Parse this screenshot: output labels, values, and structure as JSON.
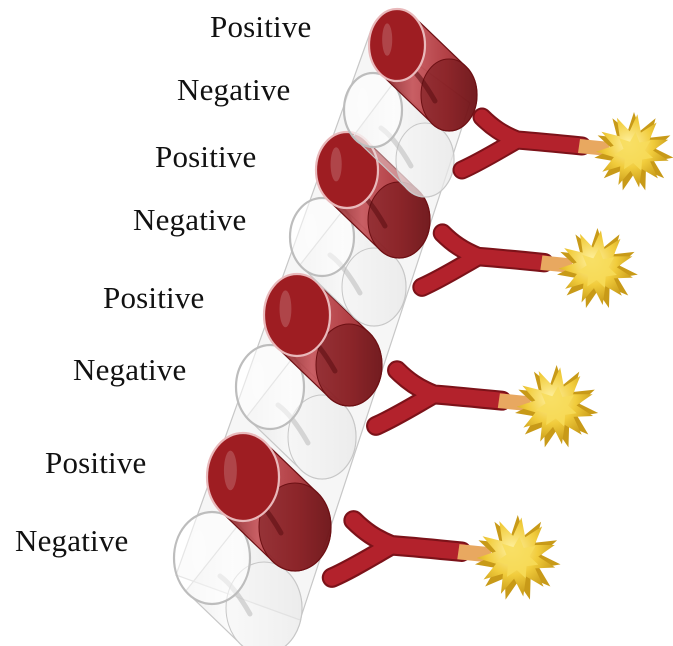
{
  "wells": [
    {
      "label": "Positive",
      "result": "positive"
    },
    {
      "label": "Negative",
      "result": "negative"
    },
    {
      "label": "Positive",
      "result": "positive"
    },
    {
      "label": "Negative",
      "result": "negative"
    },
    {
      "label": "Positive",
      "result": "positive"
    },
    {
      "label": "Negative",
      "result": "negative"
    },
    {
      "label": "Positive",
      "result": "positive"
    },
    {
      "label": "Negative",
      "result": "negative"
    }
  ],
  "antibody_count": 4,
  "colors": {
    "positive_fill": "#9e1d22",
    "positive_dark": "#6d1014",
    "antibody": "#b3222c",
    "antibody_dark": "#7c1219",
    "linker": "#e8a860",
    "enzyme": "#f1cc3c",
    "enzyme_dark": "#c89a18",
    "well_outline": "#c7c7c7",
    "strip_fill": "#eeeeee"
  },
  "icons": {
    "antibody": "y-shaped-antibody",
    "enzyme": "star-shaped-enzyme"
  }
}
